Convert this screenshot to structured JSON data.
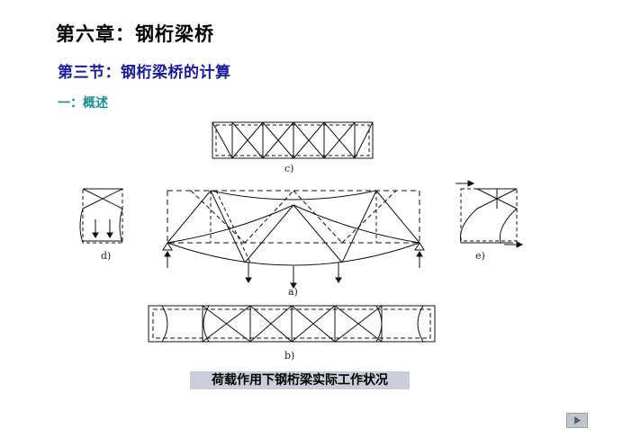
{
  "slide": {
    "chapter_title": "第六章：钢桁梁桥",
    "section_title": "第三节：钢桁梁桥的计算",
    "subsection_title": "一：概述",
    "caption": "荷载作用下钢桁梁实际工作状况"
  },
  "figure": {
    "labels": {
      "a": "a)",
      "b": "b)",
      "c": "c)",
      "d": "d)",
      "e": "e)"
    }
  },
  "navigation": {
    "next_icon": "play-triangle-icon",
    "button_color": "#c0c5cc"
  },
  "colors": {
    "section_title": "#1a1a9c",
    "subsection_title": "#1b8f8f",
    "caption_background": "#c9ced8"
  }
}
